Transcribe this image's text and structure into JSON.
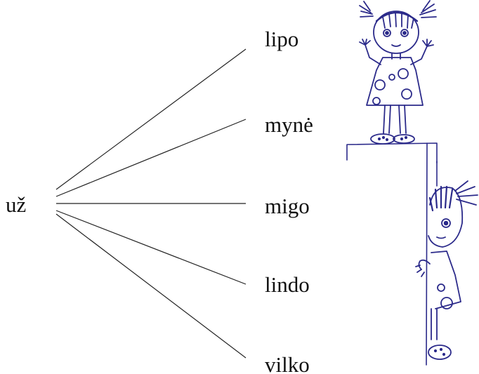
{
  "exercise": {
    "root": "už",
    "endings": [
      "lipo",
      "mynė",
      "migo",
      "lindo",
      "vilko"
    ]
  },
  "colors": {
    "text": "#111111",
    "line": "#222222",
    "drawing_ink": "#2b2a8a"
  },
  "illustrations": {
    "top": "girl-standing-on-ledge-icon",
    "bottom": "girl-peeking-behind-wall-icon"
  }
}
